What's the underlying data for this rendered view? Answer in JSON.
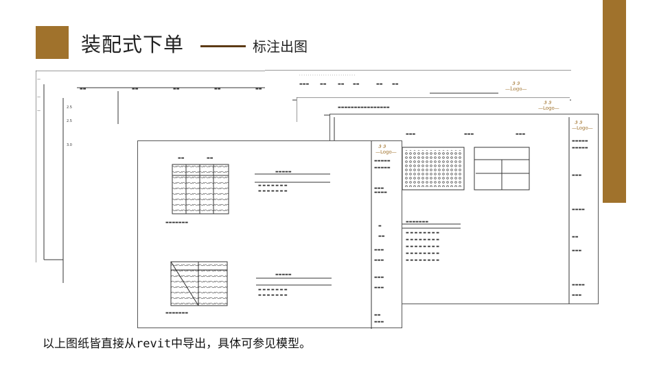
{
  "header": {
    "title": "装配式下单",
    "subtitle": "标注出图"
  },
  "footer": {
    "caption": "以上图纸皆直接从revit中导出，具体可参见模型。"
  },
  "colors": {
    "accent": "#a0722c",
    "dash": "#5c3a14"
  },
  "sheets": [
    {
      "name": "sheet-back-1"
    },
    {
      "name": "sheet-back-2"
    },
    {
      "name": "sheet-back-3"
    },
    {
      "name": "sheet-front"
    }
  ]
}
